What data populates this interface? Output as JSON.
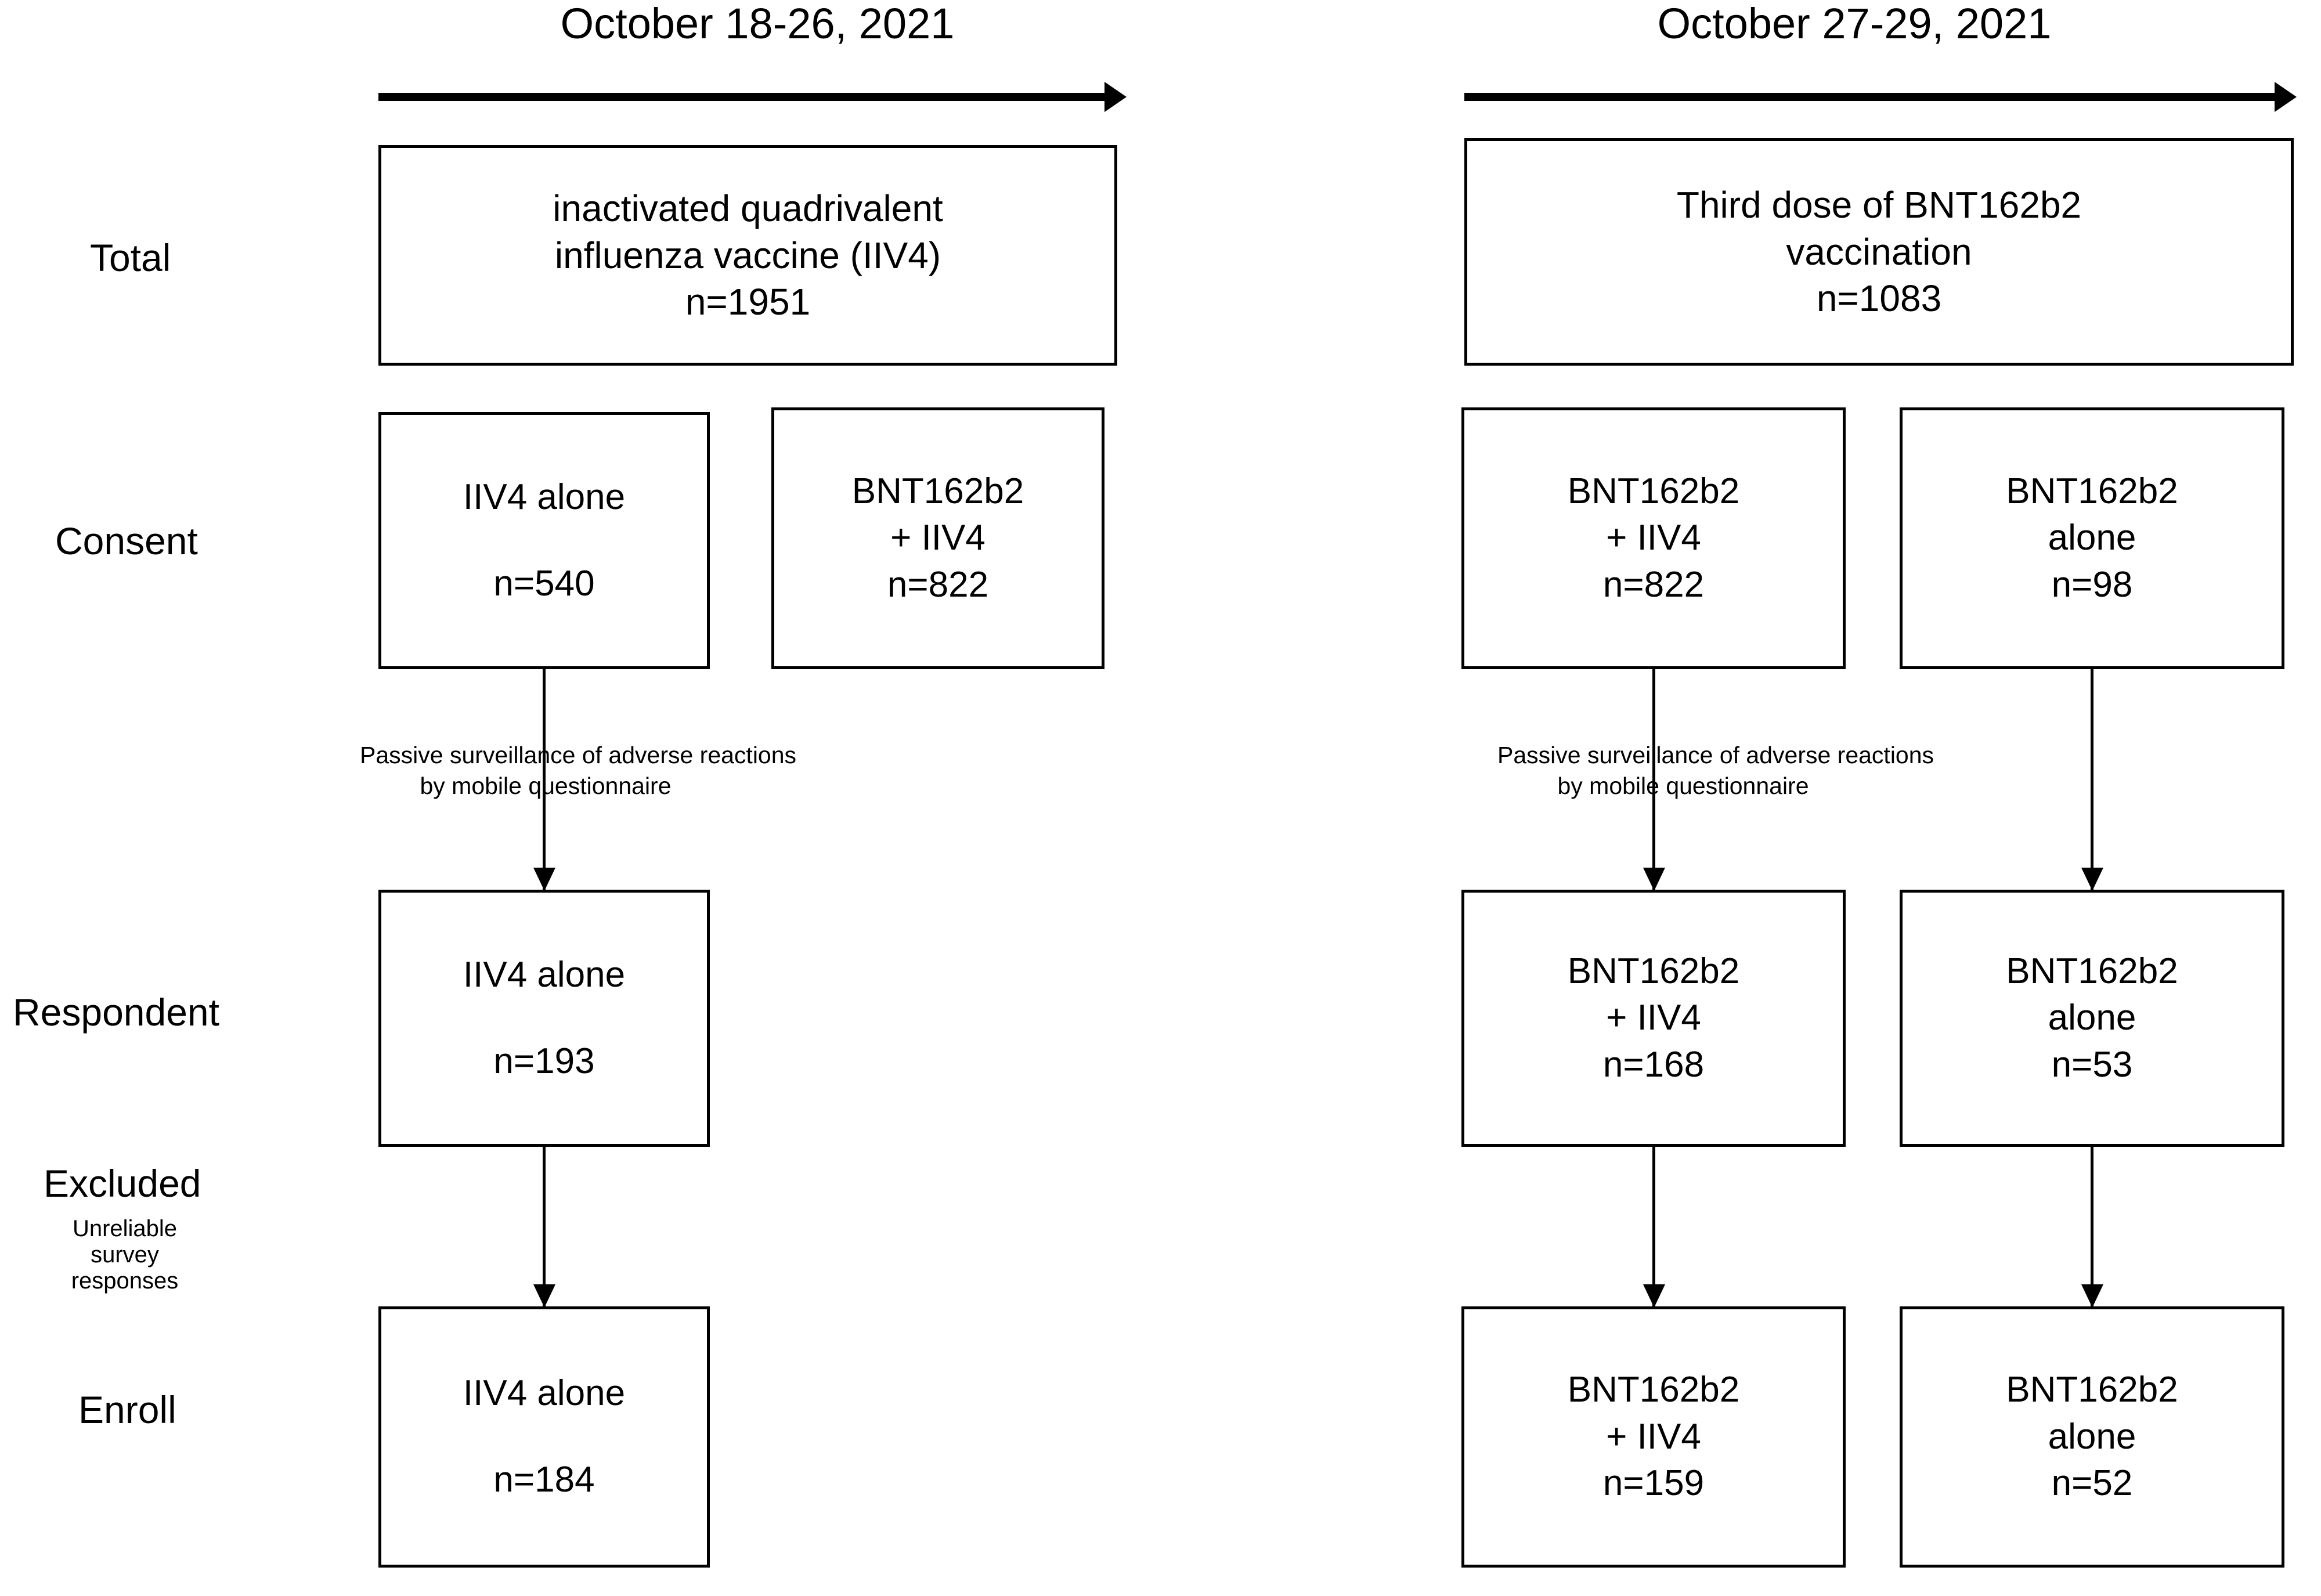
{
  "figure": {
    "type": "flowchart",
    "title": "Study enrollment flow diagram",
    "colors": {
      "stroke": "#000000",
      "background": "#ffffff",
      "text": "#000000"
    }
  },
  "row_labels": {
    "total": "Total",
    "consent": "Consent",
    "respondent": "Respondent",
    "excluded": "Excluded",
    "excluded_reason": "Unreliable survey responses",
    "enroll": "Enroll"
  },
  "periods": [
    {
      "id": "left",
      "title": "October 18-26, 2021"
    },
    {
      "id": "right",
      "title": "October 27-29, 2021"
    }
  ],
  "annotations": {
    "surveillance_line1": "Passive surveillance of adverse reactions",
    "surveillance_line2": "by mobile questionnaire"
  },
  "nodes": {
    "left_total": {
      "line1": "inactivated quadrivalent",
      "line2": "influenza vaccine (IIV4)",
      "n": "n=1951"
    },
    "left_consent_a": {
      "line1": "IIV4 alone",
      "line2": "",
      "n": "n=540"
    },
    "left_consent_b": {
      "line1": "BNT162b2",
      "line2": "+ IIV4",
      "n": "n=822"
    },
    "left_respondent": {
      "line1": "IIV4 alone",
      "line2": "",
      "n": "n=193"
    },
    "left_enroll": {
      "line1": "IIV4 alone",
      "line2": "",
      "n": "n=184"
    },
    "right_total": {
      "line1": "Third dose of BNT162b2",
      "line2": "vaccination",
      "n": "n=1083"
    },
    "right_consent_a": {
      "line1": "BNT162b2",
      "line2": "+ IIV4",
      "n": "n=822"
    },
    "right_consent_b": {
      "line1": "BNT162b2",
      "line2": "alone",
      "n": "n=98"
    },
    "right_respondent_a": {
      "line1": "BNT162b2",
      "line2": "+ IIV4",
      "n": "n=168"
    },
    "right_respondent_b": {
      "line1": "BNT162b2",
      "line2": "alone",
      "n": "n=53"
    },
    "right_enroll_a": {
      "line1": "BNT162b2",
      "line2": "+ IIV4",
      "n": "n=159"
    },
    "right_enroll_b": {
      "line1": "BNT162b2",
      "line2": "alone",
      "n": "n=52"
    }
  },
  "chart_data": {
    "type": "flowchart",
    "title": "Participant flow: IIV4 and third-dose BNT162b2 vaccination cohorts",
    "stages": [
      "Total",
      "Consent",
      "Respondent",
      "Enroll"
    ],
    "cohorts": [
      {
        "period": "October 18-26, 2021",
        "group": "inactivated quadrivalent influenza vaccine (IIV4)",
        "total": 1951,
        "arms": [
          {
            "name": "IIV4 alone",
            "consent": 540,
            "respondent": 193,
            "enroll": 184
          },
          {
            "name": "BNT162b2 + IIV4",
            "consent": 822,
            "respondent": null,
            "enroll": null
          }
        ]
      },
      {
        "period": "October 27-29, 2021",
        "group": "Third dose of BNT162b2 vaccination",
        "total": 1083,
        "arms": [
          {
            "name": "BNT162b2 + IIV4",
            "consent": 822,
            "respondent": 168,
            "enroll": 159
          },
          {
            "name": "BNT162b2 alone",
            "consent": 98,
            "respondent": 53,
            "enroll": 52
          }
        ]
      }
    ],
    "exclusion": {
      "stage": "Excluded",
      "reason": "Unreliable survey responses"
    },
    "surveillance": "Passive surveillance of adverse reactions by mobile questionnaire"
  }
}
